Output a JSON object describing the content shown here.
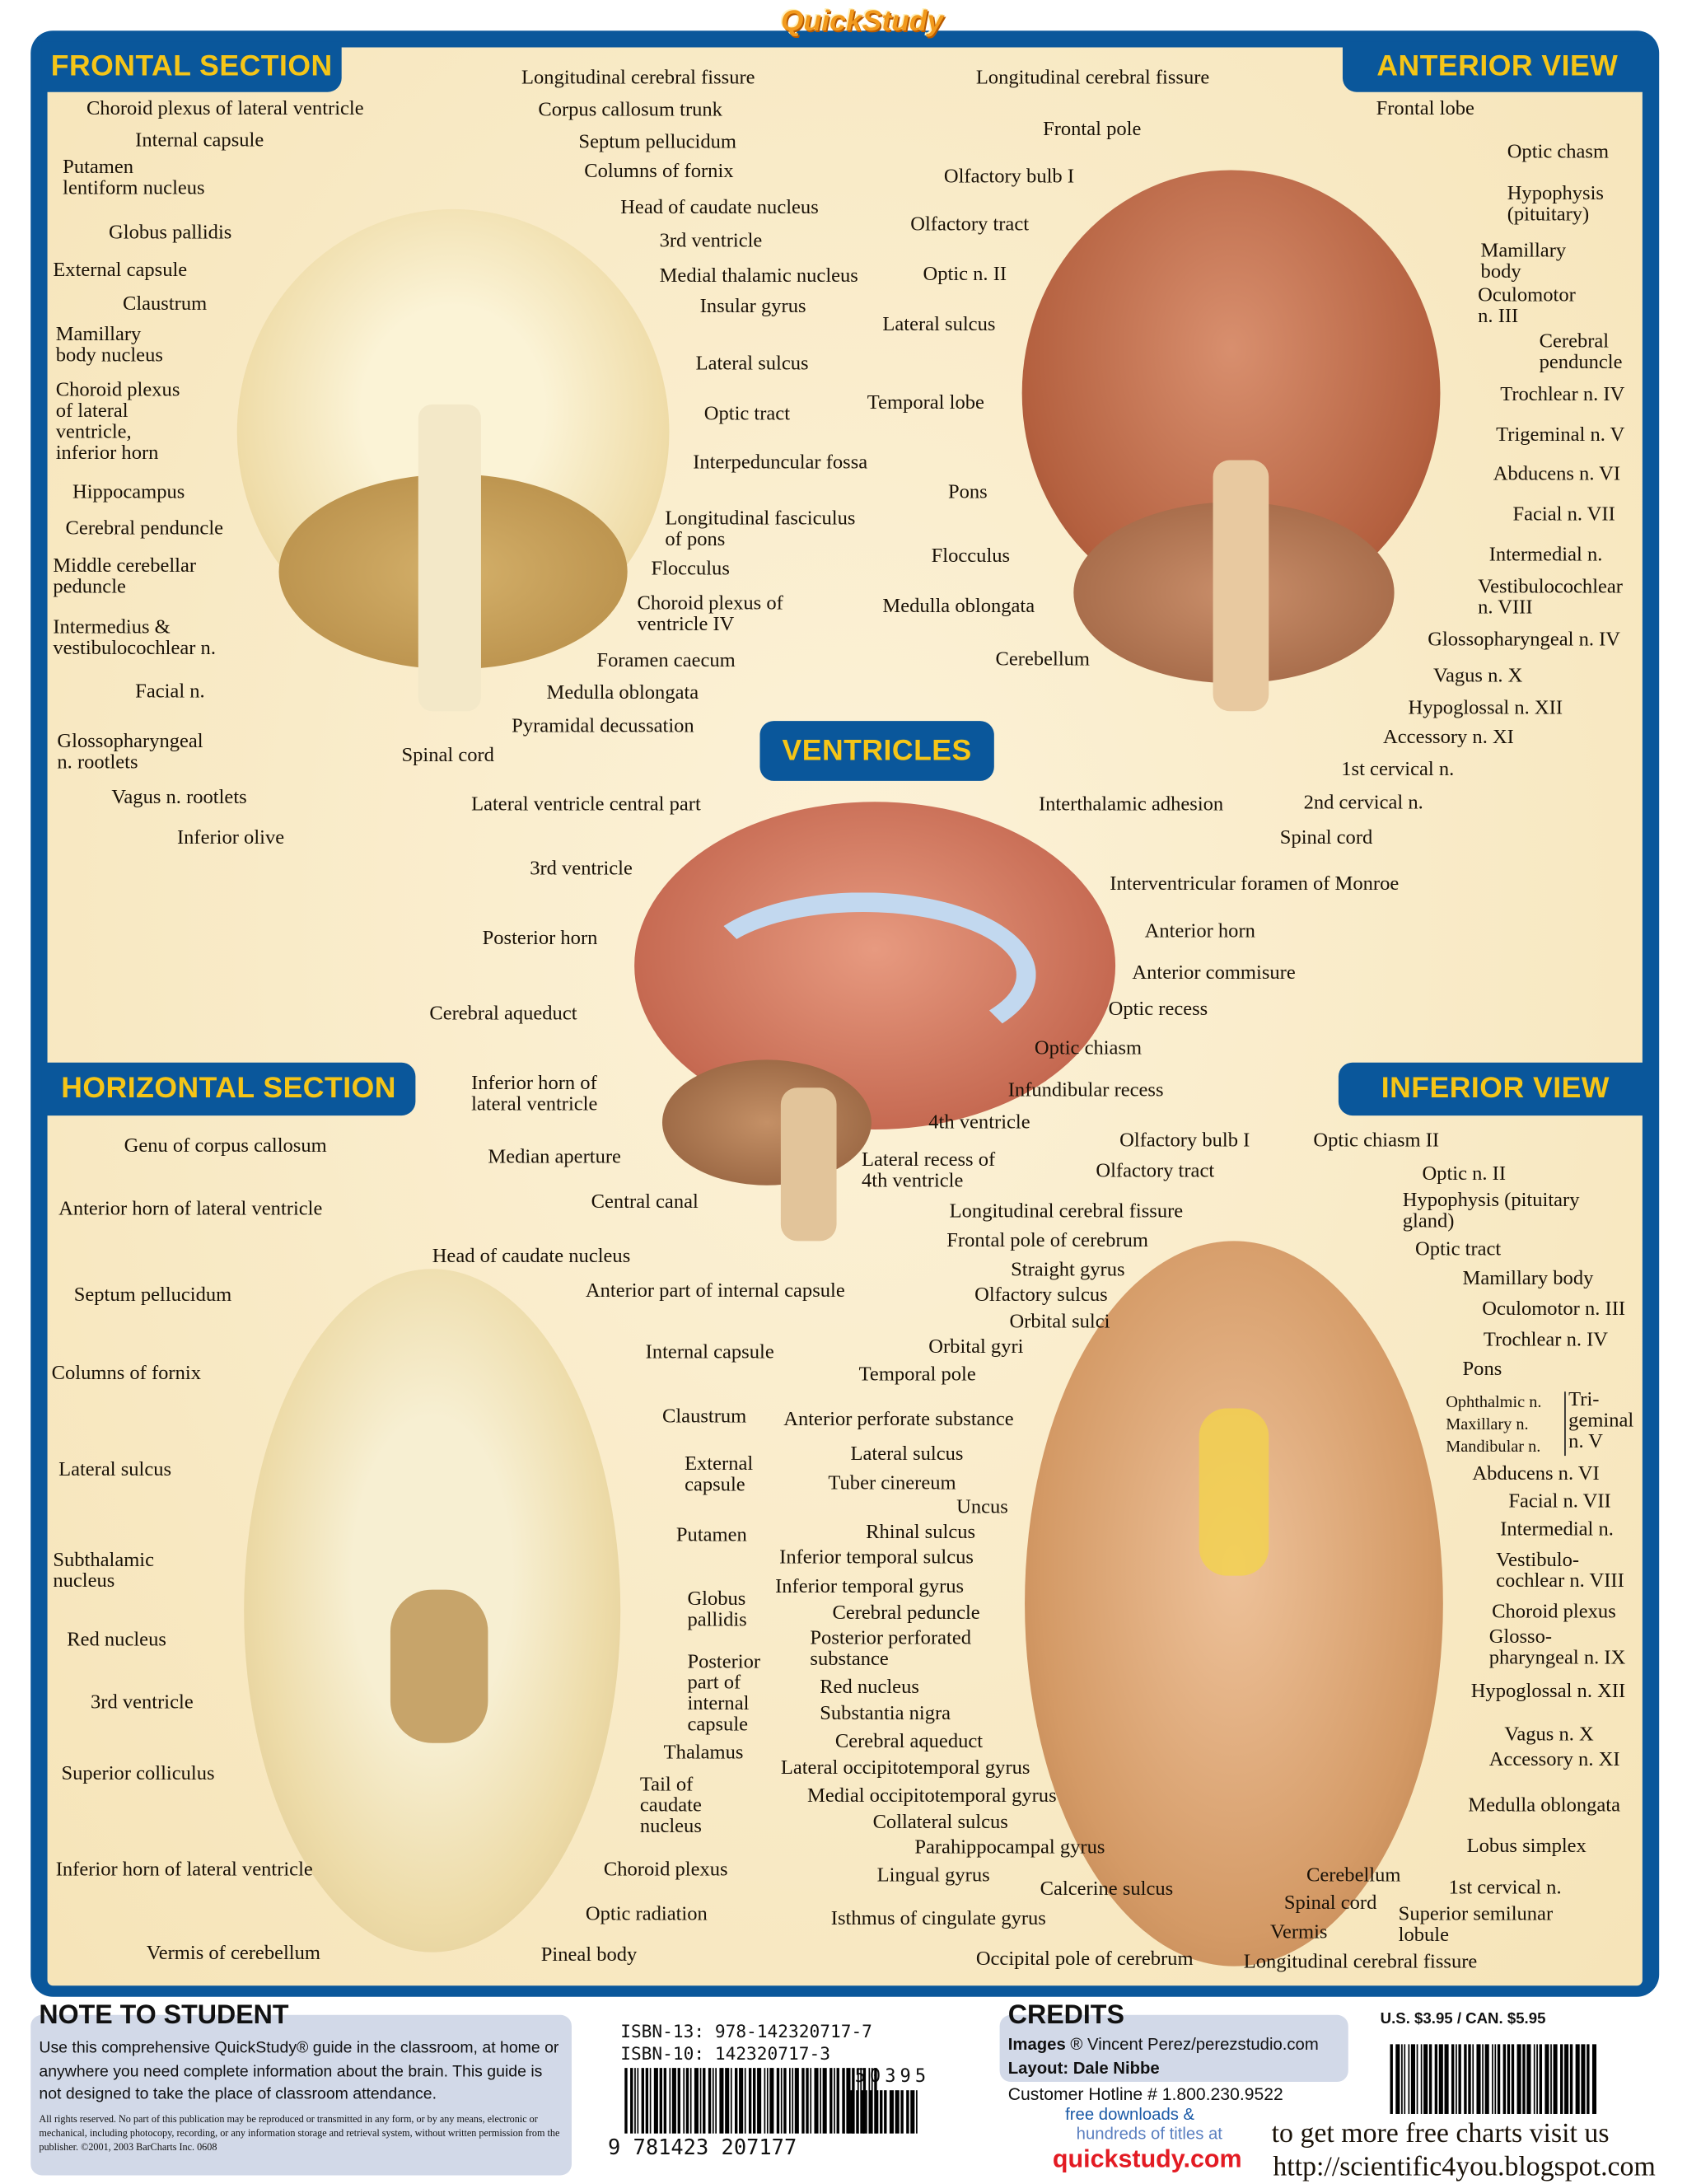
{
  "logo": "QuickStudy",
  "colors": {
    "frame": "#0a579b",
    "title_text": "#f5c518",
    "background": "#f8e9c4",
    "note_box": "#d2d9e8",
    "quickstudy_red": "#e31b23"
  },
  "frontal": {
    "title": "FRONTAL SECTION",
    "labels": [
      "Choroid plexus of lateral ventricle",
      "Internal capsule",
      "Putamen\nlentiform nucleus",
      "Globus pallidis",
      "External capsule",
      "Claustrum",
      "Mamillary\nbody nucleus",
      "Choroid plexus\nof lateral\nventricle,\ninferior horn",
      "Hippocampus",
      "Cerebral penduncle",
      "Middle cerebellar\npeduncle",
      "Intermedius &\nvestibulocochlear n.",
      "Facial n.",
      "Glossopharyngeal\nn. rootlets",
      "Vagus n. rootlets",
      "Inferior olive",
      "Spinal cord",
      "Longitudinal cerebral fissure",
      "Corpus callosum trunk",
      "Septum pellucidum",
      "Columns of fornix",
      "Head of caudate nucleus",
      "3rd ventricle",
      "Medial thalamic nucleus",
      "Insular gyrus",
      "Lateral sulcus",
      "Optic tract",
      "Interpeduncular fossa",
      "Longitudinal fasciculus\nof pons",
      "Flocculus",
      "Choroid plexus of\nventricle IV",
      "Foramen caecum",
      "Medulla oblongata",
      "Pyramidal decussation"
    ]
  },
  "anterior": {
    "title": "ANTERIOR VIEW",
    "labels": [
      "Longitudinal cerebral fissure",
      "Frontal pole",
      "Olfactory bulb I",
      "Olfactory tract",
      "Optic n. II",
      "Lateral sulcus",
      "Temporal lobe",
      "Pons",
      "Flocculus",
      "Medulla oblongata",
      "Cerebellum",
      "Frontal lobe",
      "Optic chasm",
      "Hypophysis\n(pituitary)",
      "Mamillary\nbody",
      "Oculomotor\nn. III",
      "Cerebral\npenduncle",
      "Trochlear n. IV",
      "Trigeminal n. V",
      "Abducens n. VI",
      "Facial n. VII",
      "Intermedial n.",
      "Vestibulocochlear\nn. VIII",
      "Glossopharyngeal n. IV",
      "Vagus n. X",
      "Hypoglossal n. XII",
      "Accessory n. XI",
      "1st cervical n.",
      "2nd cervical n.",
      "Spinal cord"
    ]
  },
  "ventricles": {
    "title": "VENTRICLES",
    "labels": [
      "Lateral ventricle central part",
      "3rd ventricle",
      "Posterior horn",
      "Cerebral aqueduct",
      "Inferior horn of\nlateral ventricle",
      "Median aperture",
      "Central canal",
      "Interthalamic adhesion",
      "Interventricular foramen of Monroe",
      "Anterior horn",
      "Anterior commisure",
      "Optic recess",
      "Optic chiasm",
      "Infundibular recess",
      "4th ventricle",
      "Lateral recess of\n4th ventricle"
    ]
  },
  "horizontal": {
    "title": "HORIZONTAL SECTION",
    "labels": [
      "Genu of corpus callosum",
      "Anterior horn of lateral ventricle",
      "Head of caudate nucleus",
      "Anterior part of internal capsule",
      "Septum pellucidum",
      "Internal capsule",
      "Columns of fornix",
      "Claustrum",
      "External\ncapsule",
      "Lateral sulcus",
      "Putamen",
      "Subthalamic\nnucleus",
      "Globus\npallidis",
      "Red nucleus",
      "Posterior\npart of\ninternal\ncapsule",
      "3rd ventricle",
      "Thalamus",
      "Superior colliculus",
      "Tail of\ncaudate\nnucleus",
      "Inferior horn of lateral ventricle",
      "Choroid plexus",
      "Optic radiation",
      "Vermis of cerebellum",
      "Pineal body"
    ]
  },
  "inferior": {
    "title": "INFERIOR VIEW",
    "labels": [
      "Olfactory bulb I",
      "Olfactory tract",
      "Longitudinal cerebral fissure",
      "Frontal pole of cerebrum",
      "Straight gyrus",
      "Olfactory sulcus",
      "Orbital sulci",
      "Orbital gyri",
      "Temporal pole",
      "Anterior perforate substance",
      "Lateral sulcus",
      "Tuber cinereum",
      "Uncus",
      "Rhinal sulcus",
      "Inferior temporal sulcus",
      "Inferior temporal gyrus",
      "Cerebral peduncle",
      "Posterior perforated\nsubstance",
      "Red nucleus",
      "Substantia nigra",
      "Cerebral aqueduct",
      "Lateral occipitotemporal gyrus",
      "Medial occipitotemporal gyrus",
      "Collateral sulcus",
      "Parahippocampal gyrus",
      "Lingual gyrus",
      "Calcerine sulcus",
      "Isthmus of cingulate gyrus",
      "Occipital pole of cerebrum",
      "Longitudinal cerebral fissure",
      "Optic chiasm II",
      "Optic n. II",
      "Hypophysis (pituitary\ngland)",
      "Optic tract",
      "Mamillary body",
      "Oculomotor n. III",
      "Trochlear n. IV",
      "Pons",
      "Abducens n. VI",
      "Facial n. VII",
      "Intermedial n.",
      "Vestibulo-\ncochlear n. VIII",
      "Choroid plexus",
      "Glosso-\npharyngeal n. IX",
      "Hypoglossal n. XII",
      "Vagus n. X",
      "Accessory n. XI",
      "Medulla oblongata",
      "Lobus simplex",
      "Cerebellum",
      "1st cervical n.",
      "Spinal cord",
      "Superior semilunar\nlobule",
      "Vermis"
    ],
    "trigeminal_branches": [
      "Ophthalmic n.",
      "Maxillary n.",
      "Mandibular n."
    ],
    "trigeminal_group": "Tri-\ngeminal\nn. V"
  },
  "footer": {
    "note_title": "NOTE TO STUDENT",
    "note_text": "Use this comprehensive QuickStudy® guide in the classroom, at home or anywhere you need complete information about the brain. This guide is not designed to take the place of classroom attendance.",
    "rights": "All rights reserved. No part of this publication may be reproduced or transmitted in any form, or by any means, electronic or mechanical, including photocopy, recording, or any information storage and retrieval system, without written permission from the publisher. ©2001, 2003 BarCharts Inc. 0608",
    "isbn13": "ISBN-13: 978-142320717-7",
    "isbn10": "ISBN-10: 142320717-3",
    "barcode_number": "9 781423 207177",
    "addon_number": "50395",
    "credits_title": "CREDITS",
    "credits_images_label": "Images",
    "credits_images": "® Vincent Perez/perezstudio.com",
    "credits_layout": "Layout: Dale Nibbe",
    "hotline": "Customer Hotline # 1.800.230.9522",
    "free_downloads": "free downloads &",
    "hundreds": "hundreds of titles at",
    "site": "quickstudy.com",
    "price": "U.S. $3.95 / CAN. $5.95",
    "watermark_line1": "to get more free charts visit us",
    "watermark_line2": "http://scientific4you.blogspot.com"
  }
}
